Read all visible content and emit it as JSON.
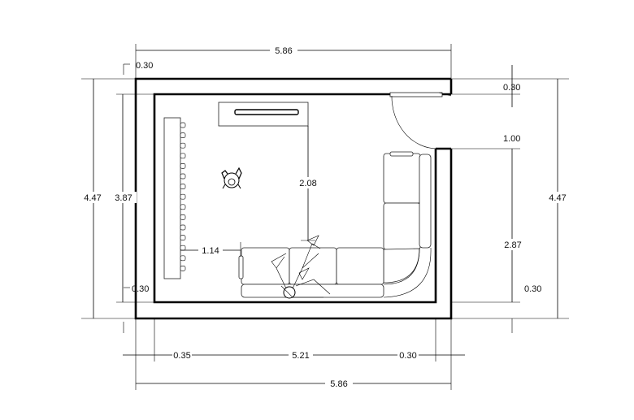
{
  "dimensions": {
    "top_width": "5.86",
    "bottom_width": "5.86",
    "left_height": "4.47",
    "right_height": "4.47",
    "inner_height": "3.87",
    "wall_top_left": "0.30",
    "wall_bottom_left": "0.30",
    "wall_right_top": "0.30",
    "door_width": "1.00",
    "right_wall_segment": "2.87",
    "wall_right_bottom": "0.30",
    "bottom_left_seg": "0.35",
    "bottom_mid_seg": "5.21",
    "bottom_right_seg": "0.30",
    "tv_to_sofa": "2.08",
    "table_to_sofa": "1.14"
  }
}
